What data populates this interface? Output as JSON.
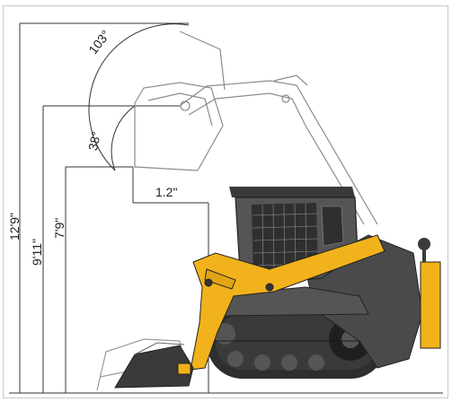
{
  "diagram": {
    "dimensions": {
      "max_height": "12'9\"",
      "pin_height": "9'11\"",
      "dump_height": "7'9\"",
      "dump_reach": "1.2\""
    },
    "angles": {
      "rollback_max": "103°",
      "dump_angle": "38°"
    },
    "colors": {
      "machine_yellow": "#F2B21B",
      "machine_body": "#4A4A4A",
      "track_dark": "#2E2E2E",
      "ghost_outline": "#8C8C8C",
      "dimension_line": "#333333"
    }
  }
}
